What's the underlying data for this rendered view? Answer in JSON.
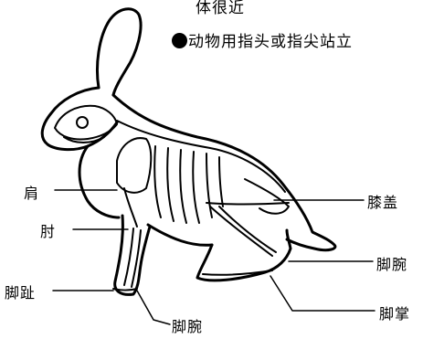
{
  "heading": {
    "line1": "体很近",
    "line2": "动物用指头或指尖站立"
  },
  "labels": {
    "shoulder": "肩",
    "elbow": "肘",
    "toe": "脚趾",
    "front_wrist": "脚腕",
    "knee": "膝盖",
    "hind_wrist": "脚腕",
    "sole": "脚掌"
  }
}
